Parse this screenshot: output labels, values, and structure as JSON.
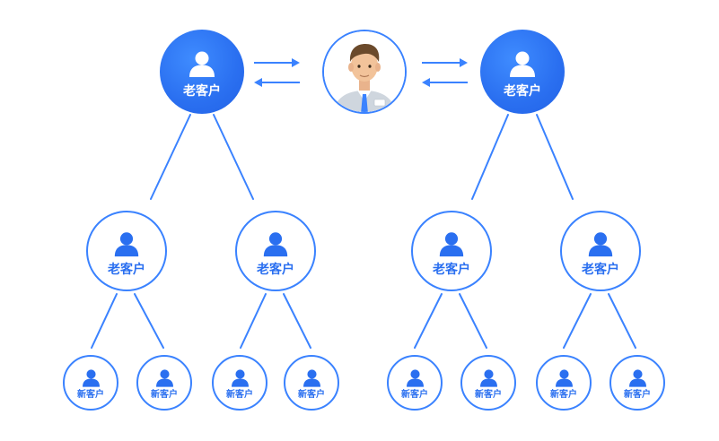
{
  "nodes": {
    "top_left": {
      "label": "老客户"
    },
    "top_right": {
      "label": "老客户"
    },
    "mid": [
      {
        "label": "老客户"
      },
      {
        "label": "老客户"
      },
      {
        "label": "老客户"
      },
      {
        "label": "老客户"
      }
    ],
    "leaves": [
      {
        "label": "新客户"
      },
      {
        "label": "新客户"
      },
      {
        "label": "新客户"
      },
      {
        "label": "新客户"
      },
      {
        "label": "新客户"
      },
      {
        "label": "新客户"
      },
      {
        "label": "新客户"
      },
      {
        "label": "新客户"
      }
    ]
  },
  "icons": {
    "person": "person-icon",
    "agent": "agent-avatar-icon",
    "arrows": "bidirectional-arrows-icon"
  },
  "colors": {
    "primary": "#2a6ff0",
    "outline": "#3a82ff",
    "line": "#3a82ff"
  }
}
